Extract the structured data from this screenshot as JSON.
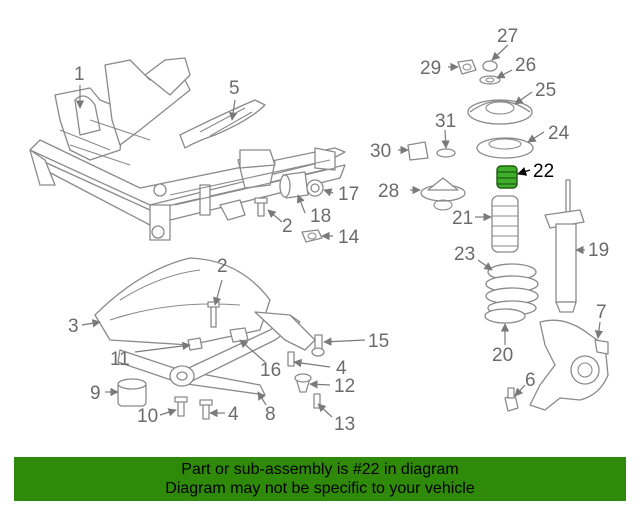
{
  "callouts": [
    "1",
    "2",
    "3",
    "4",
    "5",
    "6",
    "7",
    "8",
    "9",
    "10",
    "11",
    "12",
    "13",
    "14",
    "15",
    "16",
    "17",
    "18",
    "19",
    "20",
    "21",
    "22",
    "23",
    "24",
    "25",
    "26",
    "27",
    "28",
    "29",
    "30",
    "31"
  ],
  "highlighted_part": "22",
  "banner": {
    "line1": "Part or sub-assembly is #22 in diagram",
    "line2": "Diagram may not be specific to your vehicle",
    "color": "#2f8a0a"
  },
  "highlight_color": "#3fae2a"
}
